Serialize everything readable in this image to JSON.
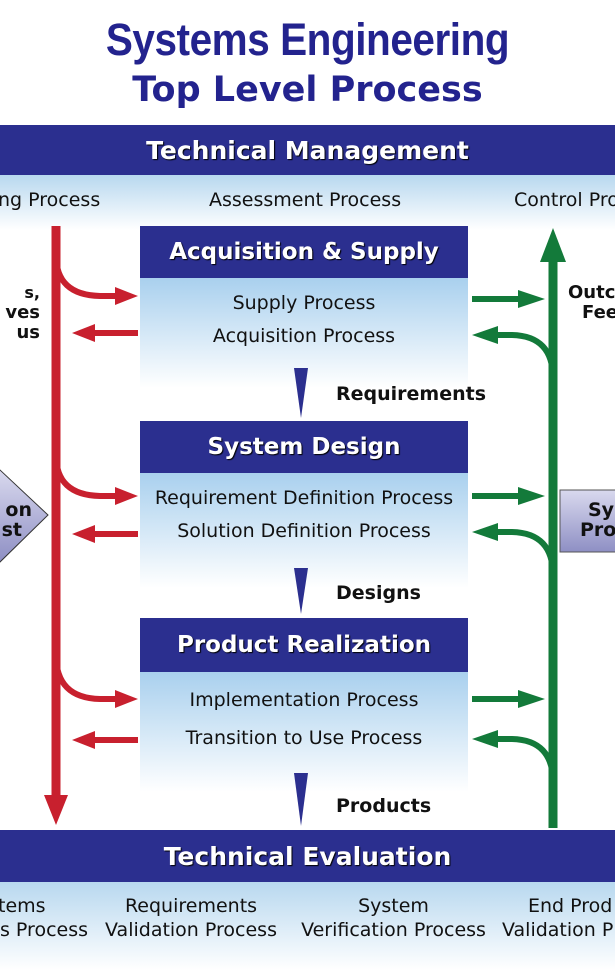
{
  "title": "Systems Engineering",
  "subtitle": "Top Level Process",
  "technical_management": "Technical Management",
  "top_processes": {
    "left": "ng Process",
    "center": "Assessment Process",
    "right": "Control Pro"
  },
  "blocks": [
    {
      "header": "Acquisition & Supply",
      "processes": [
        "Supply Process",
        "Acquisition Process"
      ],
      "output": "Requirements"
    },
    {
      "header": "System Design",
      "processes": [
        "Requirement Definition Process",
        "Solution Definition Process"
      ],
      "output": "Designs"
    },
    {
      "header": "Product Realization",
      "processes": [
        "Implementation Process",
        "Transition to Use Process"
      ],
      "output": "Products"
    }
  ],
  "technical_evaluation": "Technical Evaluation",
  "evaluation_processes": [
    {
      "line1": "tems",
      "line2": "s Process"
    },
    {
      "line1": "Requirements",
      "line2": "Validation Process"
    },
    {
      "line1": "System",
      "line2": "Verification Process"
    },
    {
      "line1": "End Prod",
      "line2": "Validation P"
    }
  ],
  "left_partial": {
    "line1": "s,",
    "line2": "ves",
    "line3": "us",
    "diamond1": "on",
    "diamond2": "st"
  },
  "right_partial": {
    "line1": "Outc",
    "line2": "Fee",
    "box1": "Sy",
    "box2": "Pro"
  },
  "colors": {
    "navy": "#2b2f8f",
    "title": "#23238e",
    "red": "#c8202e",
    "green": "#137a3a"
  }
}
